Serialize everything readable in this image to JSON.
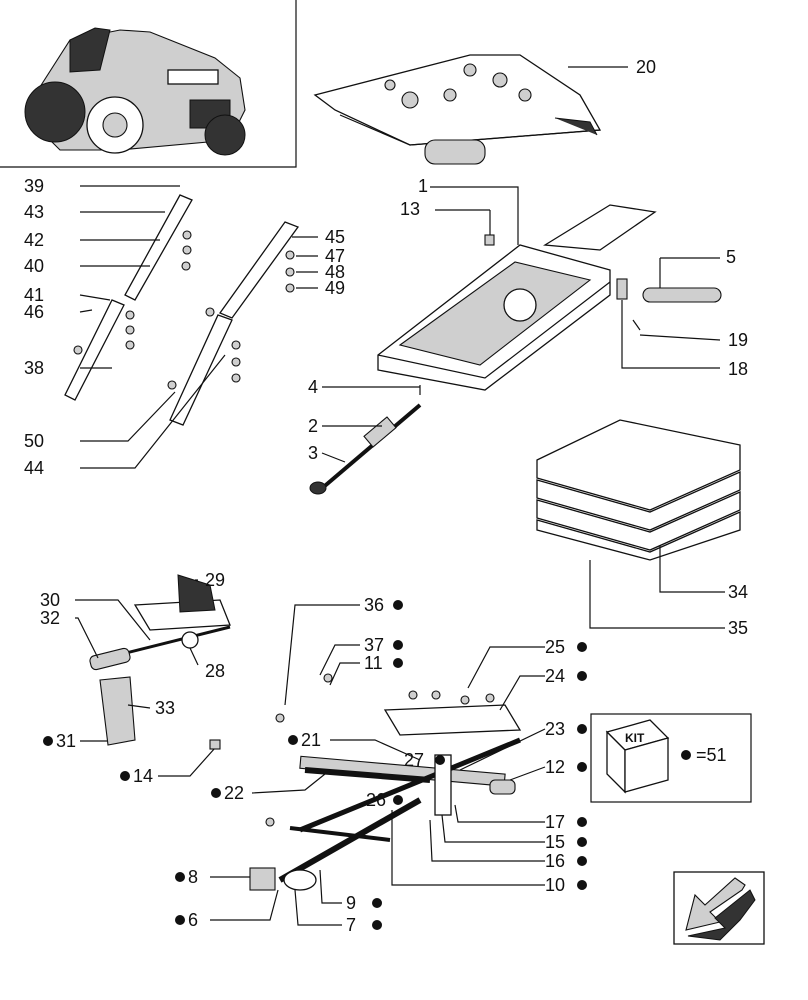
{
  "diagram": {
    "labels": {
      "l1": "1",
      "l2": "2",
      "l3": "3",
      "l4": "4",
      "l5": "5",
      "l6": "6",
      "l7": "7",
      "l8": "8",
      "l9": "9",
      "l10": "10",
      "l11": "11",
      "l12": "12",
      "l13": "13",
      "l14": "14",
      "l15": "15",
      "l16": "16",
      "l17": "17",
      "l18": "18",
      "l19": "19",
      "l20": "20",
      "l21": "21",
      "l22": "22",
      "l23": "23",
      "l24": "24",
      "l25": "25",
      "l26": "26",
      "l27": "27",
      "l28": "28",
      "l29": "29",
      "l30": "30",
      "l31": "31",
      "l32": "32",
      "l33": "33",
      "l34": "34",
      "l35": "35",
      "l36": "36",
      "l37": "37",
      "l38": "38",
      "l39": "39",
      "l40": "40",
      "l41": "41",
      "l42": "42",
      "l43": "43",
      "l44": "44",
      "l45": "45",
      "l46": "46",
      "l47": "47",
      "l48": "48",
      "l49": "49",
      "l50": "50"
    },
    "kit_legend": {
      "box_text": "KIT",
      "equals_text": "=51"
    },
    "icons": {
      "tractor_thumbnail": "tractor-icon",
      "kit_box": "kit-cube-icon",
      "kit_bullet": "bullet-icon",
      "nav_arrow": "back-arrow-icon"
    }
  }
}
